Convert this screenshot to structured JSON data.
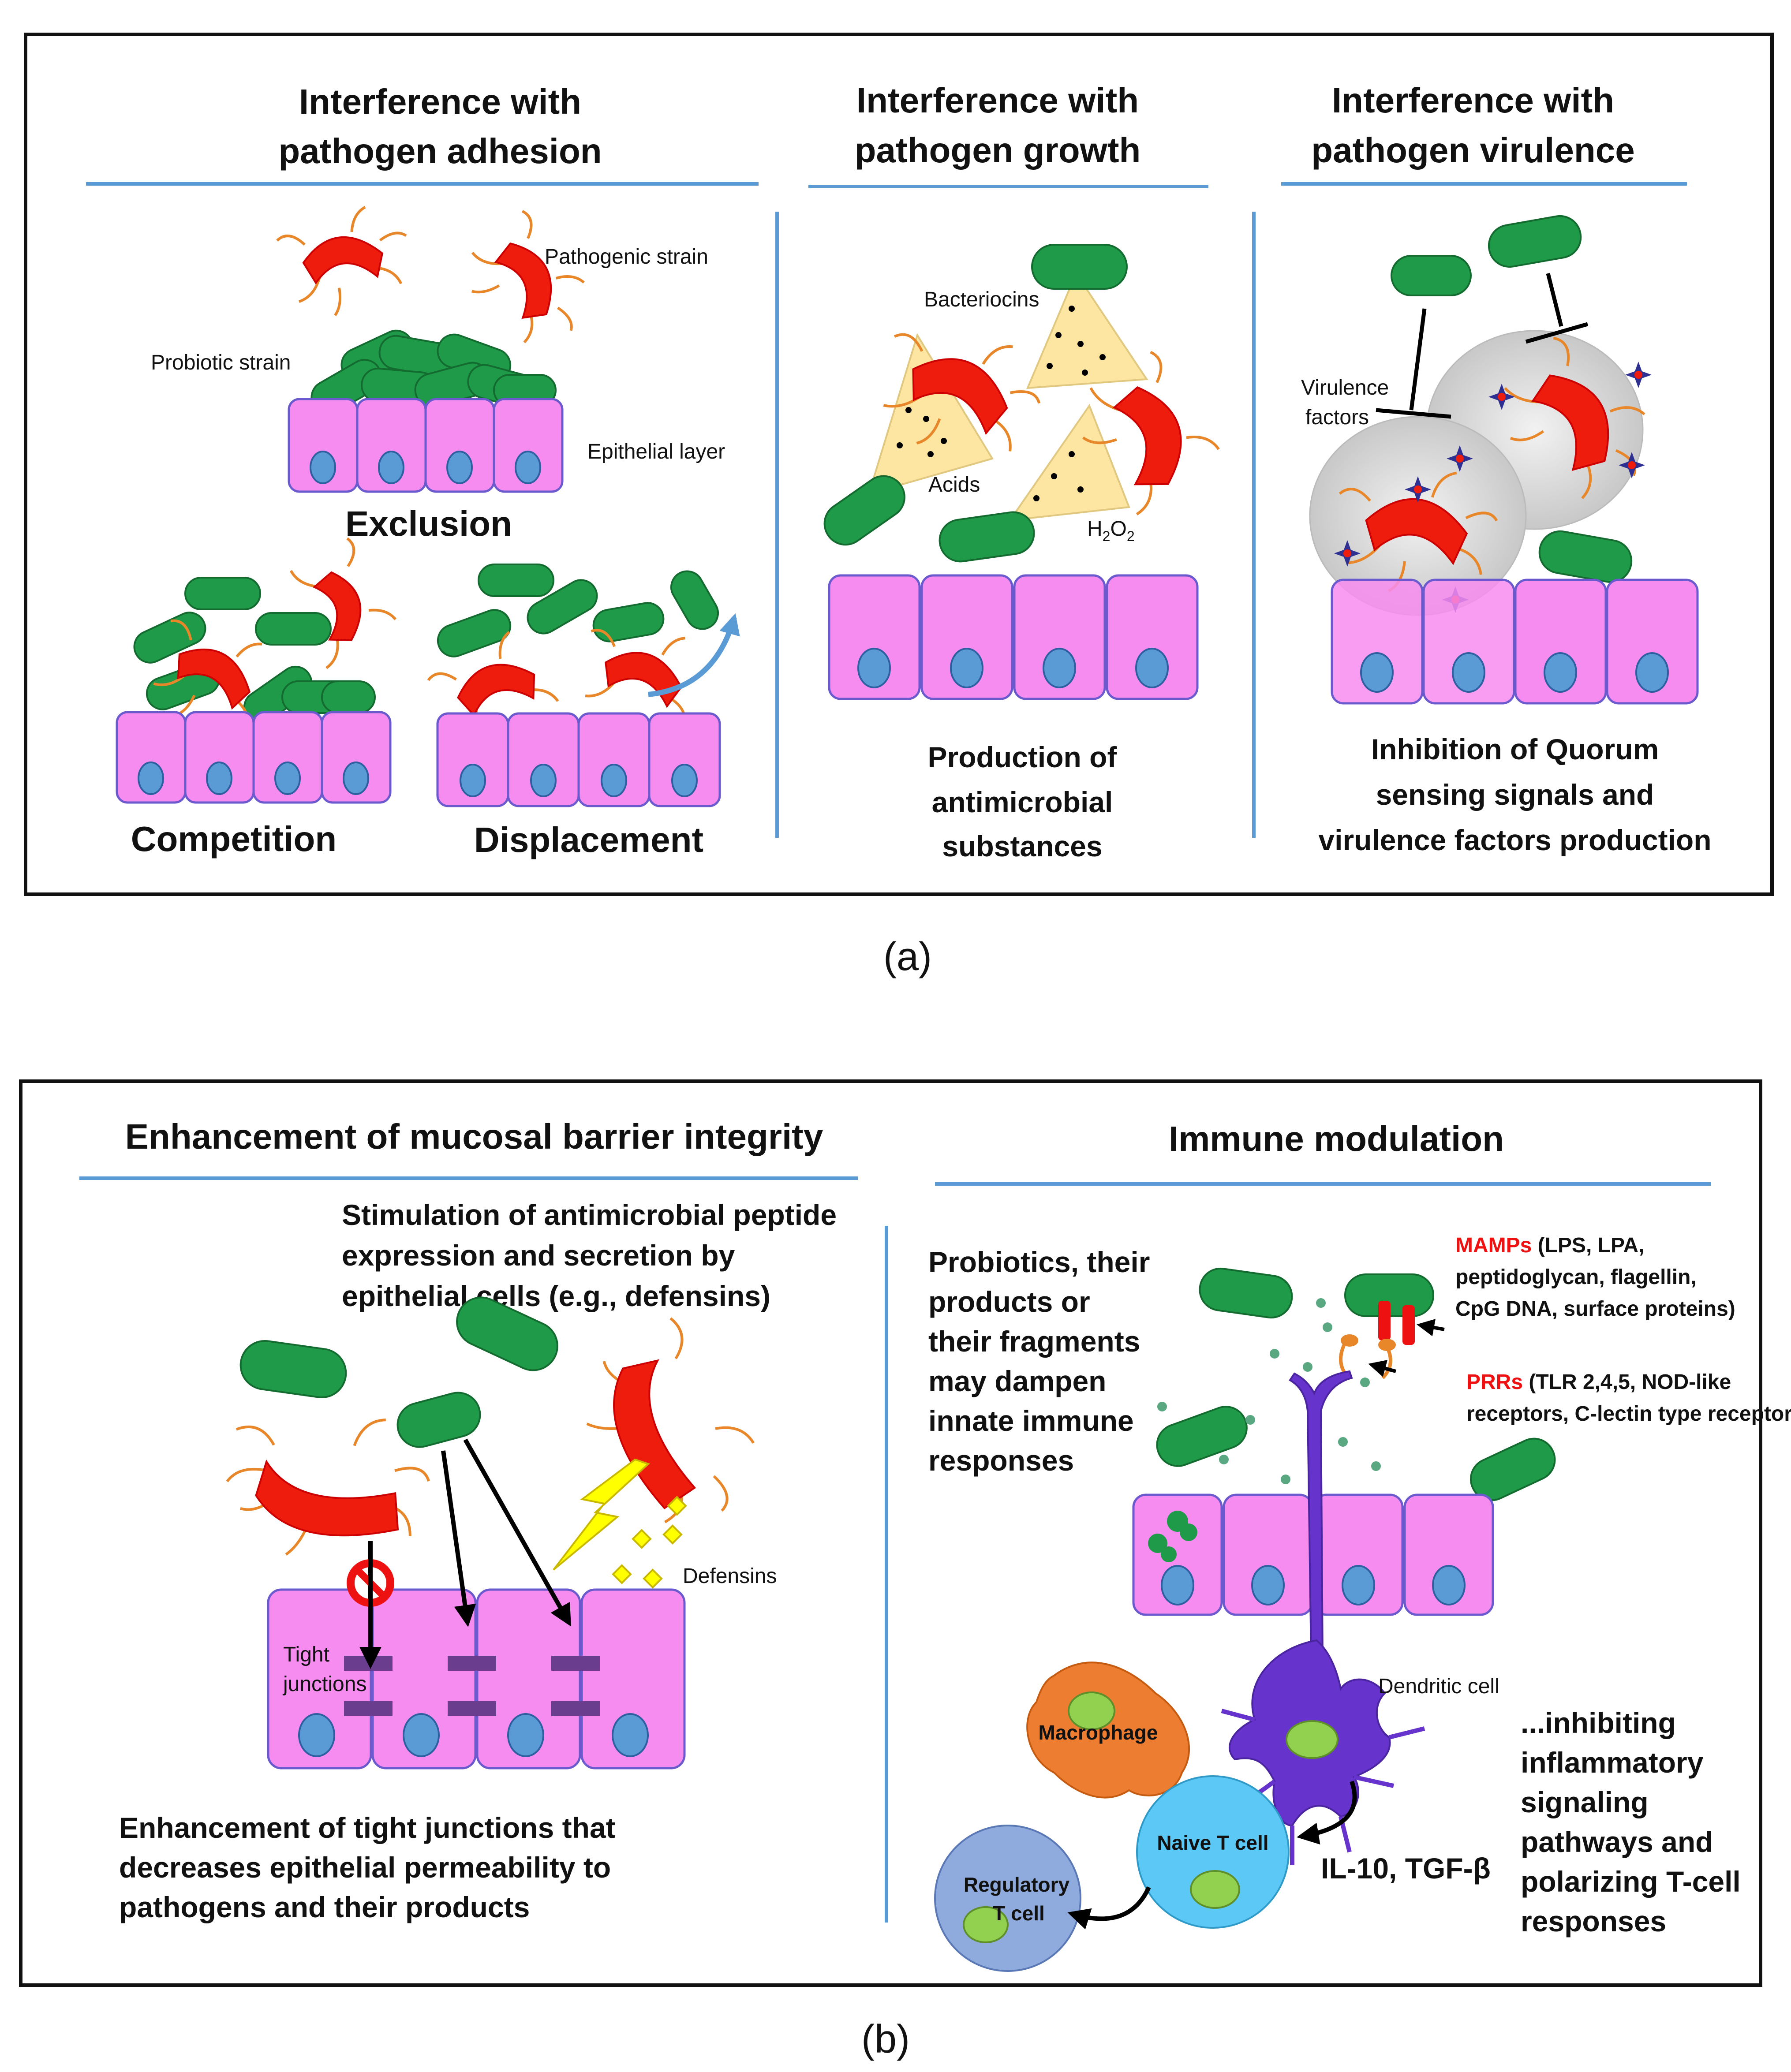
{
  "colors": {
    "probiotic": "#1f9a49",
    "pathogen": "#ee1c0c",
    "flagella": "#e8862a",
    "epithelium": "#f78cf0",
    "nucleus": "#5b9bd5",
    "divider": "#5b9bd5",
    "toxin": "#fde6a2",
    "junction": "#6a3d8f",
    "dendritic": "#6633cc",
    "macrophage": "#ed7d31",
    "naive_t": "#5bc8f5",
    "treg": "#8faadc",
    "nucleus_green": "#92d050",
    "mamp_red": "#ee1111",
    "defensin": "#ffff00",
    "virulence_halo": "#d9d9d9",
    "star": "#2e3192"
  },
  "panel_a": {
    "label": "(a)",
    "col1": {
      "title_line1": "Interference with",
      "title_line2": "pathogen adhesion",
      "pathogenic_strain": "Pathogenic strain",
      "probiotic_strain": "Probiotic strain",
      "epithelial_layer": "Epithelial layer",
      "exclusion": "Exclusion",
      "competition": "Competition",
      "displacement": "Displacement"
    },
    "col2": {
      "title_line1": "Interference with",
      "title_line2": "pathogen growth",
      "bacteriocins": "Bacteriocins",
      "acids": "Acids",
      "h2o2_main": "H",
      "h2o2_sub1": "2",
      "h2o2_mid": "O",
      "h2o2_sub2": "2",
      "caption_line1": "Production of",
      "caption_line2": "antimicrobial",
      "caption_line3": "substances"
    },
    "col3": {
      "title_line1": "Interference with",
      "title_line2": "pathogen virulence",
      "virulence_line1": "Virulence",
      "virulence_line2": "factors",
      "caption_line1": "Inhibition of Quorum",
      "caption_line2": "sensing signals and",
      "caption_line3": "virulence factors production"
    }
  },
  "panel_b": {
    "label": "(b)",
    "left": {
      "title": "Enhancement of mucosal barrier integrity",
      "stim_line1": "Stimulation of antimicrobial peptide",
      "stim_line2": "expression and secretion by",
      "stim_line3": "epithelial cells (e.g., defensins)",
      "defensins": "Defensins",
      "tight_line1": "Tight",
      "tight_line2": "junctions",
      "bottom_line1": "Enhancement of tight junctions that",
      "bottom_line2": "decreases epithelial permeability to",
      "bottom_line3": "pathogens and their products"
    },
    "right": {
      "title": "Immune modulation",
      "prob_line1": "Probiotics, their",
      "prob_line2": "products or",
      "prob_line3": "their fragments",
      "prob_line4": "may dampen",
      "prob_line5": "innate immune",
      "prob_line6": "responses",
      "mamps_term": "MAMPs",
      "mamps_line1": " (LPS, LPA,",
      "mamps_line2": "peptidoglycan, flagellin,",
      "mamps_line3": "CpG DNA, surface proteins)",
      "prrs_term": "PRRs",
      "prrs_line1": " (TLR 2,4,5, NOD-like",
      "prrs_line2": "receptors, C-lectin type receptors)",
      "dendritic_cell": "Dendritic cell",
      "macrophage": "Macrophage",
      "naive_t_cell": "Naive T cell",
      "regulatory_line1": "Regulatory",
      "regulatory_line2": "T cell",
      "cytokines": "IL-10, TGF-β",
      "inhib_line1": "...inhibiting",
      "inhib_line2": "inflammatory",
      "inhib_line3": "signaling",
      "inhib_line4": "pathways and",
      "inhib_line5": "polarizing T-cell",
      "inhib_line6": "responses"
    }
  }
}
